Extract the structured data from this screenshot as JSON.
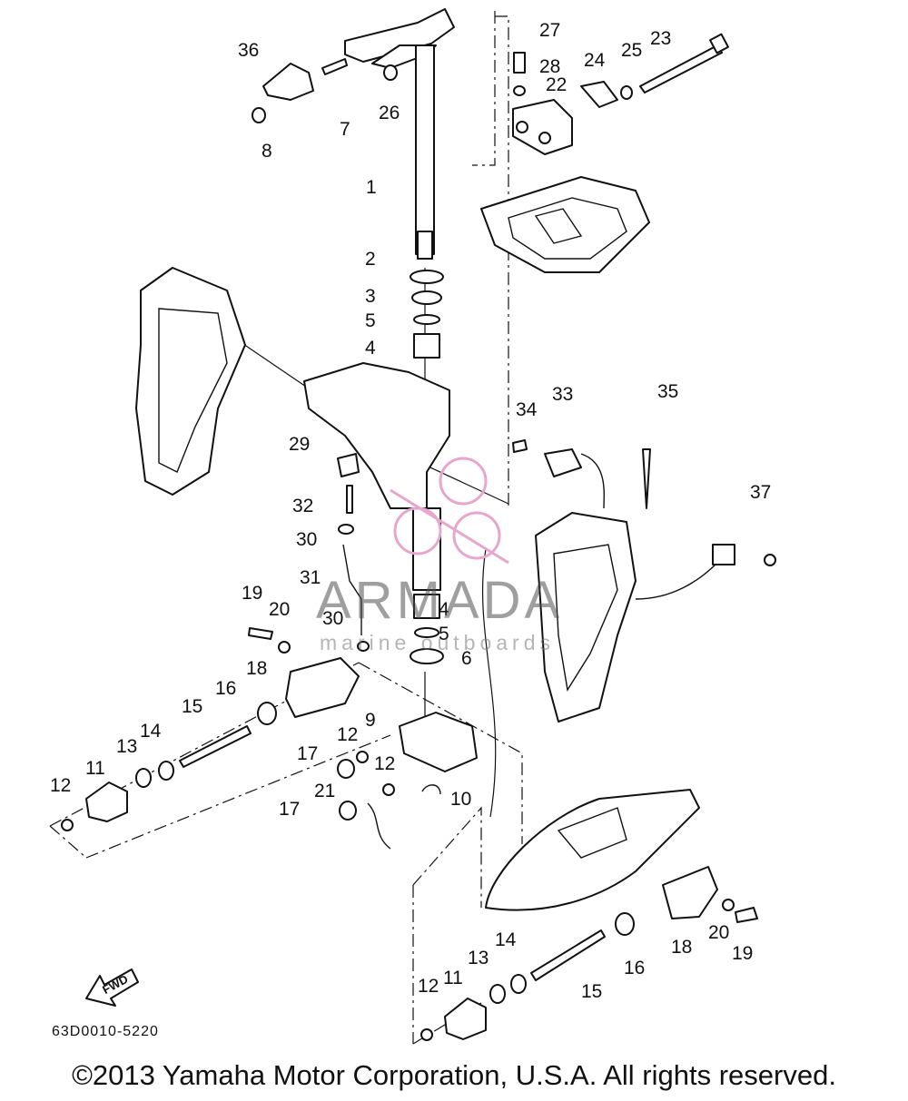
{
  "diagram": {
    "callouts": [
      "1",
      "2",
      "3",
      "4",
      "5",
      "6",
      "7",
      "8",
      "9",
      "10",
      "11",
      "12",
      "13",
      "14",
      "15",
      "16",
      "17",
      "18",
      "19",
      "20",
      "21",
      "22",
      "23",
      "24",
      "25",
      "26",
      "27",
      "28",
      "29",
      "30",
      "31",
      "32",
      "33",
      "34",
      "35",
      "36",
      "37"
    ],
    "fwd_label": "FWD",
    "diagram_code": "63D0010-5220",
    "copyright": "©2013 Yamaha Motor Corporation, U.S.A. All rights reserved."
  },
  "watermark": {
    "brand": "ARMADA",
    "tagline": "marine outboards",
    "logo_color": "#e8a6cd"
  }
}
